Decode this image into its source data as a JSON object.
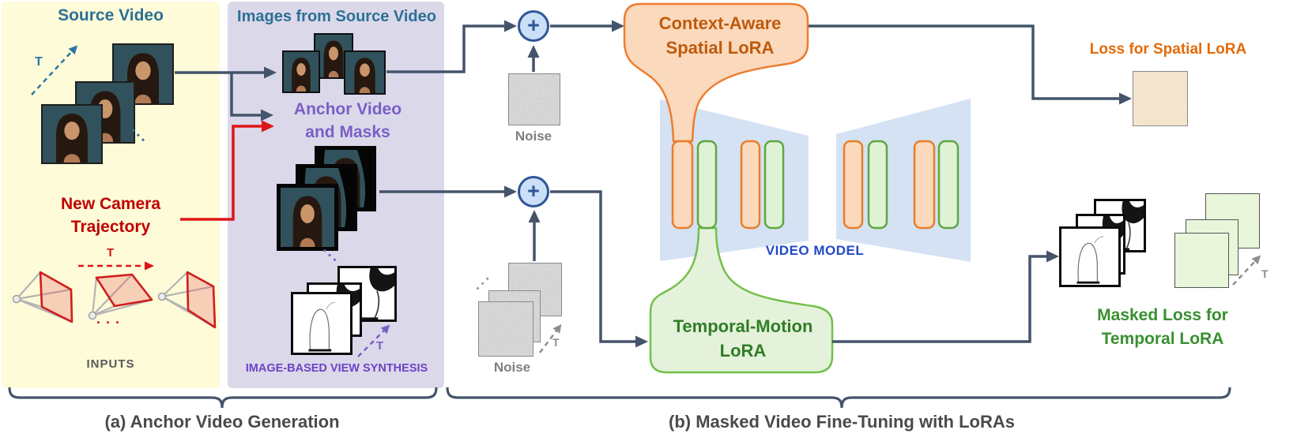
{
  "colors": {
    "arrow": "#44546A",
    "red_arrow": "#DE1515",
    "red_text": "#C00000",
    "teal_heading": "#2C7095",
    "purple_text": "#7A5FC7",
    "purple_footer": "#6B43C5",
    "orange_border": "#ED7D31",
    "orange_fill": "#FBD9BC",
    "orange_text": "#BE5A0D",
    "orange_loss_text": "#E36A08",
    "green_border": "#72C04A",
    "green_fill": "#E5F2DB",
    "green_text": "#2F7D26",
    "green_loss_text": "#389030",
    "model_fill": "#D4E2F4",
    "video_model_text": "#2149C8",
    "panel_yellow": "#FDFBD8",
    "panel_purple": "#DBD8EA",
    "plus_fill": "#CBDFF8",
    "plus_border": "#2F5597",
    "caption_text": "#4A4A4A",
    "noise_label": "#7F7F7F"
  },
  "inputs_panel": {
    "title": "Source Video",
    "t_label": "T",
    "dots": "...",
    "heading": {
      "line1": "New Camera",
      "line2": "Trajectory"
    },
    "traj_t_label": "T",
    "traj_dots": ". . .",
    "footer": "INPUTS"
  },
  "ibvs_panel": {
    "title": "Images from Source Video",
    "anchor": {
      "line1": "Anchor Video",
      "line2": "and Masks"
    },
    "dots": "...",
    "t_label": "T",
    "footer": "IMAGE-BASED VIEW SYNTHESIS"
  },
  "noise_top": {
    "label": "Noise",
    "plus": "+"
  },
  "noise_bottom": {
    "label": "Noise",
    "plus": "+",
    "dots": "...",
    "t_label": "T"
  },
  "spatial_lora": {
    "line1": "Context-Aware",
    "line2": "Spatial LoRA"
  },
  "temporal_lora": {
    "line1": "Temporal-Motion",
    "line2": "LoRA"
  },
  "video_model": {
    "label": "VIDEO MODEL"
  },
  "spatial_loss": {
    "label": "Loss for Spatial LoRA"
  },
  "temporal_loss": {
    "line1": "Masked Loss for",
    "line2": "Temporal LoRA",
    "t_label": "T"
  },
  "captions": {
    "a": "(a) Anchor Video Generation",
    "b": "(b) Masked Video Fine-Tuning with LoRAs"
  }
}
